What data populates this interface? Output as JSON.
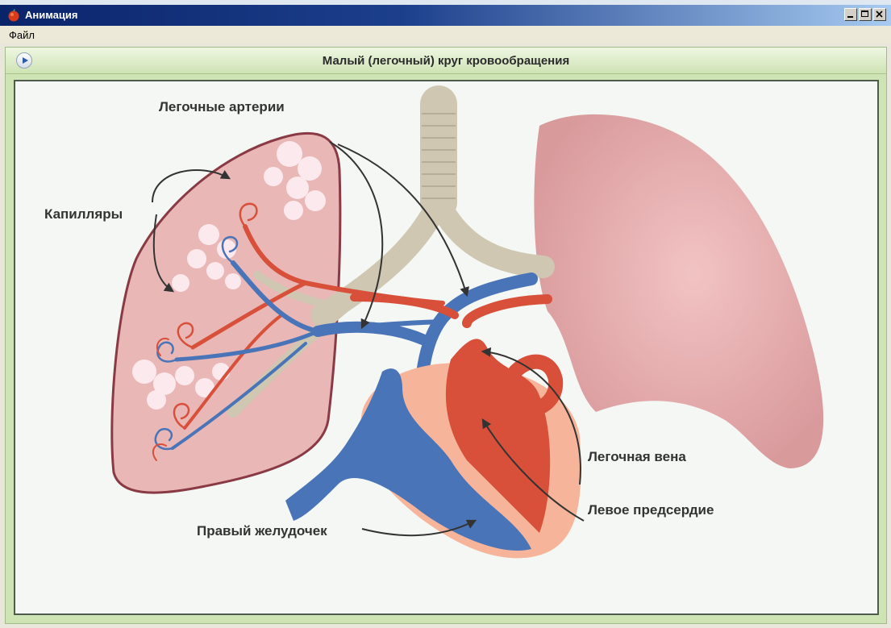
{
  "window": {
    "title": "Анимация",
    "icon": "apple-icon"
  },
  "menu": {
    "items": [
      {
        "label": "Файл"
      }
    ]
  },
  "panel": {
    "title": "Малый (легочный) круг кровообращения",
    "play_icon": "play-icon"
  },
  "labels": {
    "pulmonary_arteries": "Легочные артерии",
    "capillaries": "Капилляры",
    "pulmonary_vein": "Легочная вена",
    "left_atrium": "Левое предсердие",
    "right_ventricle": "Правый желудочек"
  },
  "colors": {
    "artery": "#d8503a",
    "vein": "#4a74b8",
    "lung_left": "#e8b0b0",
    "lung_right": "#eab8b9",
    "trachea": "#d7d0bd"
  }
}
